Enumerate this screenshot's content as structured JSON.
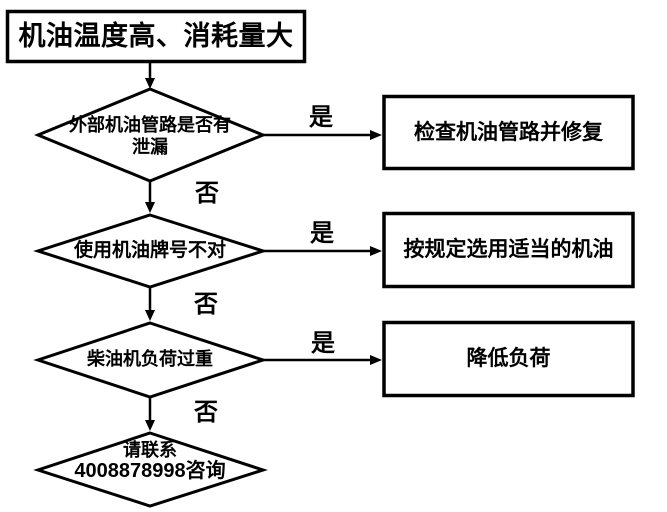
{
  "flowchart": {
    "start": "机油温度高、消耗量大",
    "yes": "是",
    "no": "否",
    "decision1_line1": "外部机油管路是否有",
    "decision1_line2": "泄漏",
    "action1": "检查机油管路并修复",
    "decision2": "使用机油牌号不对",
    "action2": "按规定选用适当的机油",
    "decision3": "柴油机负荷过重",
    "action3": "降低负荷",
    "end_line1": "请联系",
    "end_line2": "4008878998咨询"
  },
  "colors": {
    "stroke": "#000000",
    "fill": "#ffffff",
    "text": "#000000",
    "background": "#ffffff"
  }
}
